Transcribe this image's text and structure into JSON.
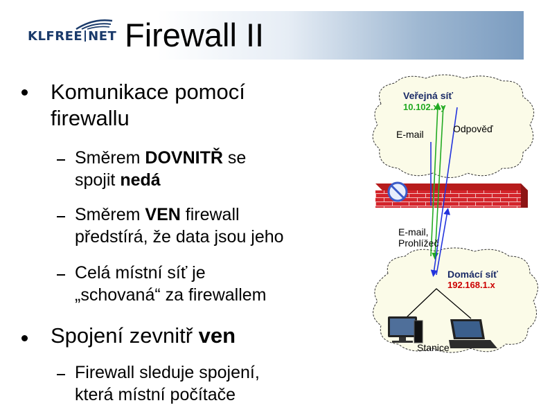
{
  "logo": {
    "part1": "KLFREE",
    "part2": "NET"
  },
  "title": "Firewall II",
  "bullets": {
    "b1": {
      "line1": "Komunikace pomocí",
      "line2": "firewallu"
    },
    "s1": {
      "a": "Směrem ",
      "b": "DOVNITŘ",
      "c": " se",
      "d": "spojit ",
      "e": "nedá"
    },
    "s2": {
      "a": "Směrem ",
      "b": "VEN",
      "c": " firewall",
      "d": "předstírá, že data jsou jeho"
    },
    "s3": {
      "line1": "Celá místní síť je",
      "line2": "„schovaná“ za firewallem"
    },
    "b2": {
      "a": "Spojení zevnitř ",
      "b": "ven"
    },
    "s4": {
      "line1": "Firewall sleduje spojení,",
      "line2": "která místní počítače"
    }
  },
  "diagram": {
    "public_net_label": "Veřejná síť",
    "public_net_ip": "10.102.x.y",
    "email_label": "E-mail",
    "reply_label": "Odpověď",
    "email_browser_line1": "E-mail,",
    "email_browser_line2": "Prohlížeč",
    "home_net_label": "Domácí síť",
    "home_net_ip": "192.168.1.x",
    "stations_label": "Stanice",
    "colors": {
      "green_arrow": "#22aa22",
      "blue_arrow": "#2233dd",
      "wall_red": "#d4242b",
      "cloud_fill": "#fbfbe8",
      "ip_red": "#cc0000"
    }
  }
}
